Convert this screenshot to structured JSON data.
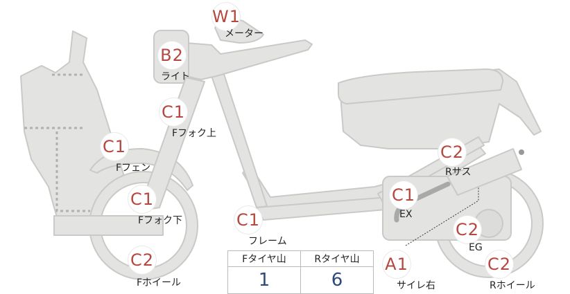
{
  "callouts": [
    {
      "id": "meter",
      "code": "W1",
      "label": "メーター"
    },
    {
      "id": "light",
      "code": "B2",
      "label": "ライト"
    },
    {
      "id": "ffork-upper",
      "code": "C1",
      "label": "Fフォク上"
    },
    {
      "id": "ffender",
      "code": "C1",
      "label": "Fフェン"
    },
    {
      "id": "ffork-lower",
      "code": "C1",
      "label": "Fフォク下"
    },
    {
      "id": "fwheel",
      "code": "C2",
      "label": "Fホイール"
    },
    {
      "id": "frame",
      "code": "C1",
      "label": "フレーム"
    },
    {
      "id": "ex",
      "code": "C1",
      "label": "EX"
    },
    {
      "id": "rsus",
      "code": "C2",
      "label": "Rサス"
    },
    {
      "id": "eg",
      "code": "C2",
      "label": "EG"
    },
    {
      "id": "rwheel",
      "code": "C2",
      "label": "Rホイール"
    },
    {
      "id": "sire",
      "code": "A1",
      "label": "サイレ右"
    }
  ],
  "tire_table": {
    "headers": [
      "Fタイヤ山",
      "Rタイヤ山"
    ],
    "values": [
      "1",
      "6"
    ]
  },
  "colors": {
    "body_fill": "#e3e3e1",
    "body_stroke": "#c9c9c7",
    "code_text": "#b5473f",
    "value_text": "#2b4a7a",
    "seam_dotted": "#b0b0b0"
  }
}
